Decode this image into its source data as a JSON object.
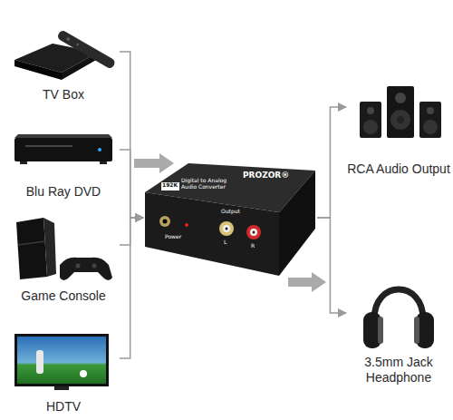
{
  "diagram": {
    "nodes": [
      {
        "text": [
          "TV Box"
        ]
      },
      {
        "text": [
          "Blu Ray DVD"
        ]
      },
      {
        "text": [
          "Game Console"
        ]
      },
      {
        "text": [
          "HDTV"
        ]
      },
      {
        "text": [
          "PROZOR®",
          "192K",
          "Digital to Analog Audio Converter",
          "Output",
          "Power",
          "L",
          "R"
        ]
      },
      {
        "text": [
          "RCA Audio Output"
        ]
      },
      {
        "text": [
          "3.5mm Jack Headphone"
        ]
      }
    ],
    "edges": [
      {
        "from": 0,
        "to": 4,
        "arrow": "to"
      },
      {
        "from": 1,
        "to": 4,
        "arrow": "to"
      },
      {
        "from": 2,
        "to": 4,
        "arrow": "to"
      },
      {
        "from": 3,
        "to": 4,
        "arrow": "to"
      },
      {
        "from": 4,
        "to": 5,
        "arrow": "to"
      },
      {
        "from": 4,
        "to": 6,
        "arrow": "to"
      }
    ]
  }
}
